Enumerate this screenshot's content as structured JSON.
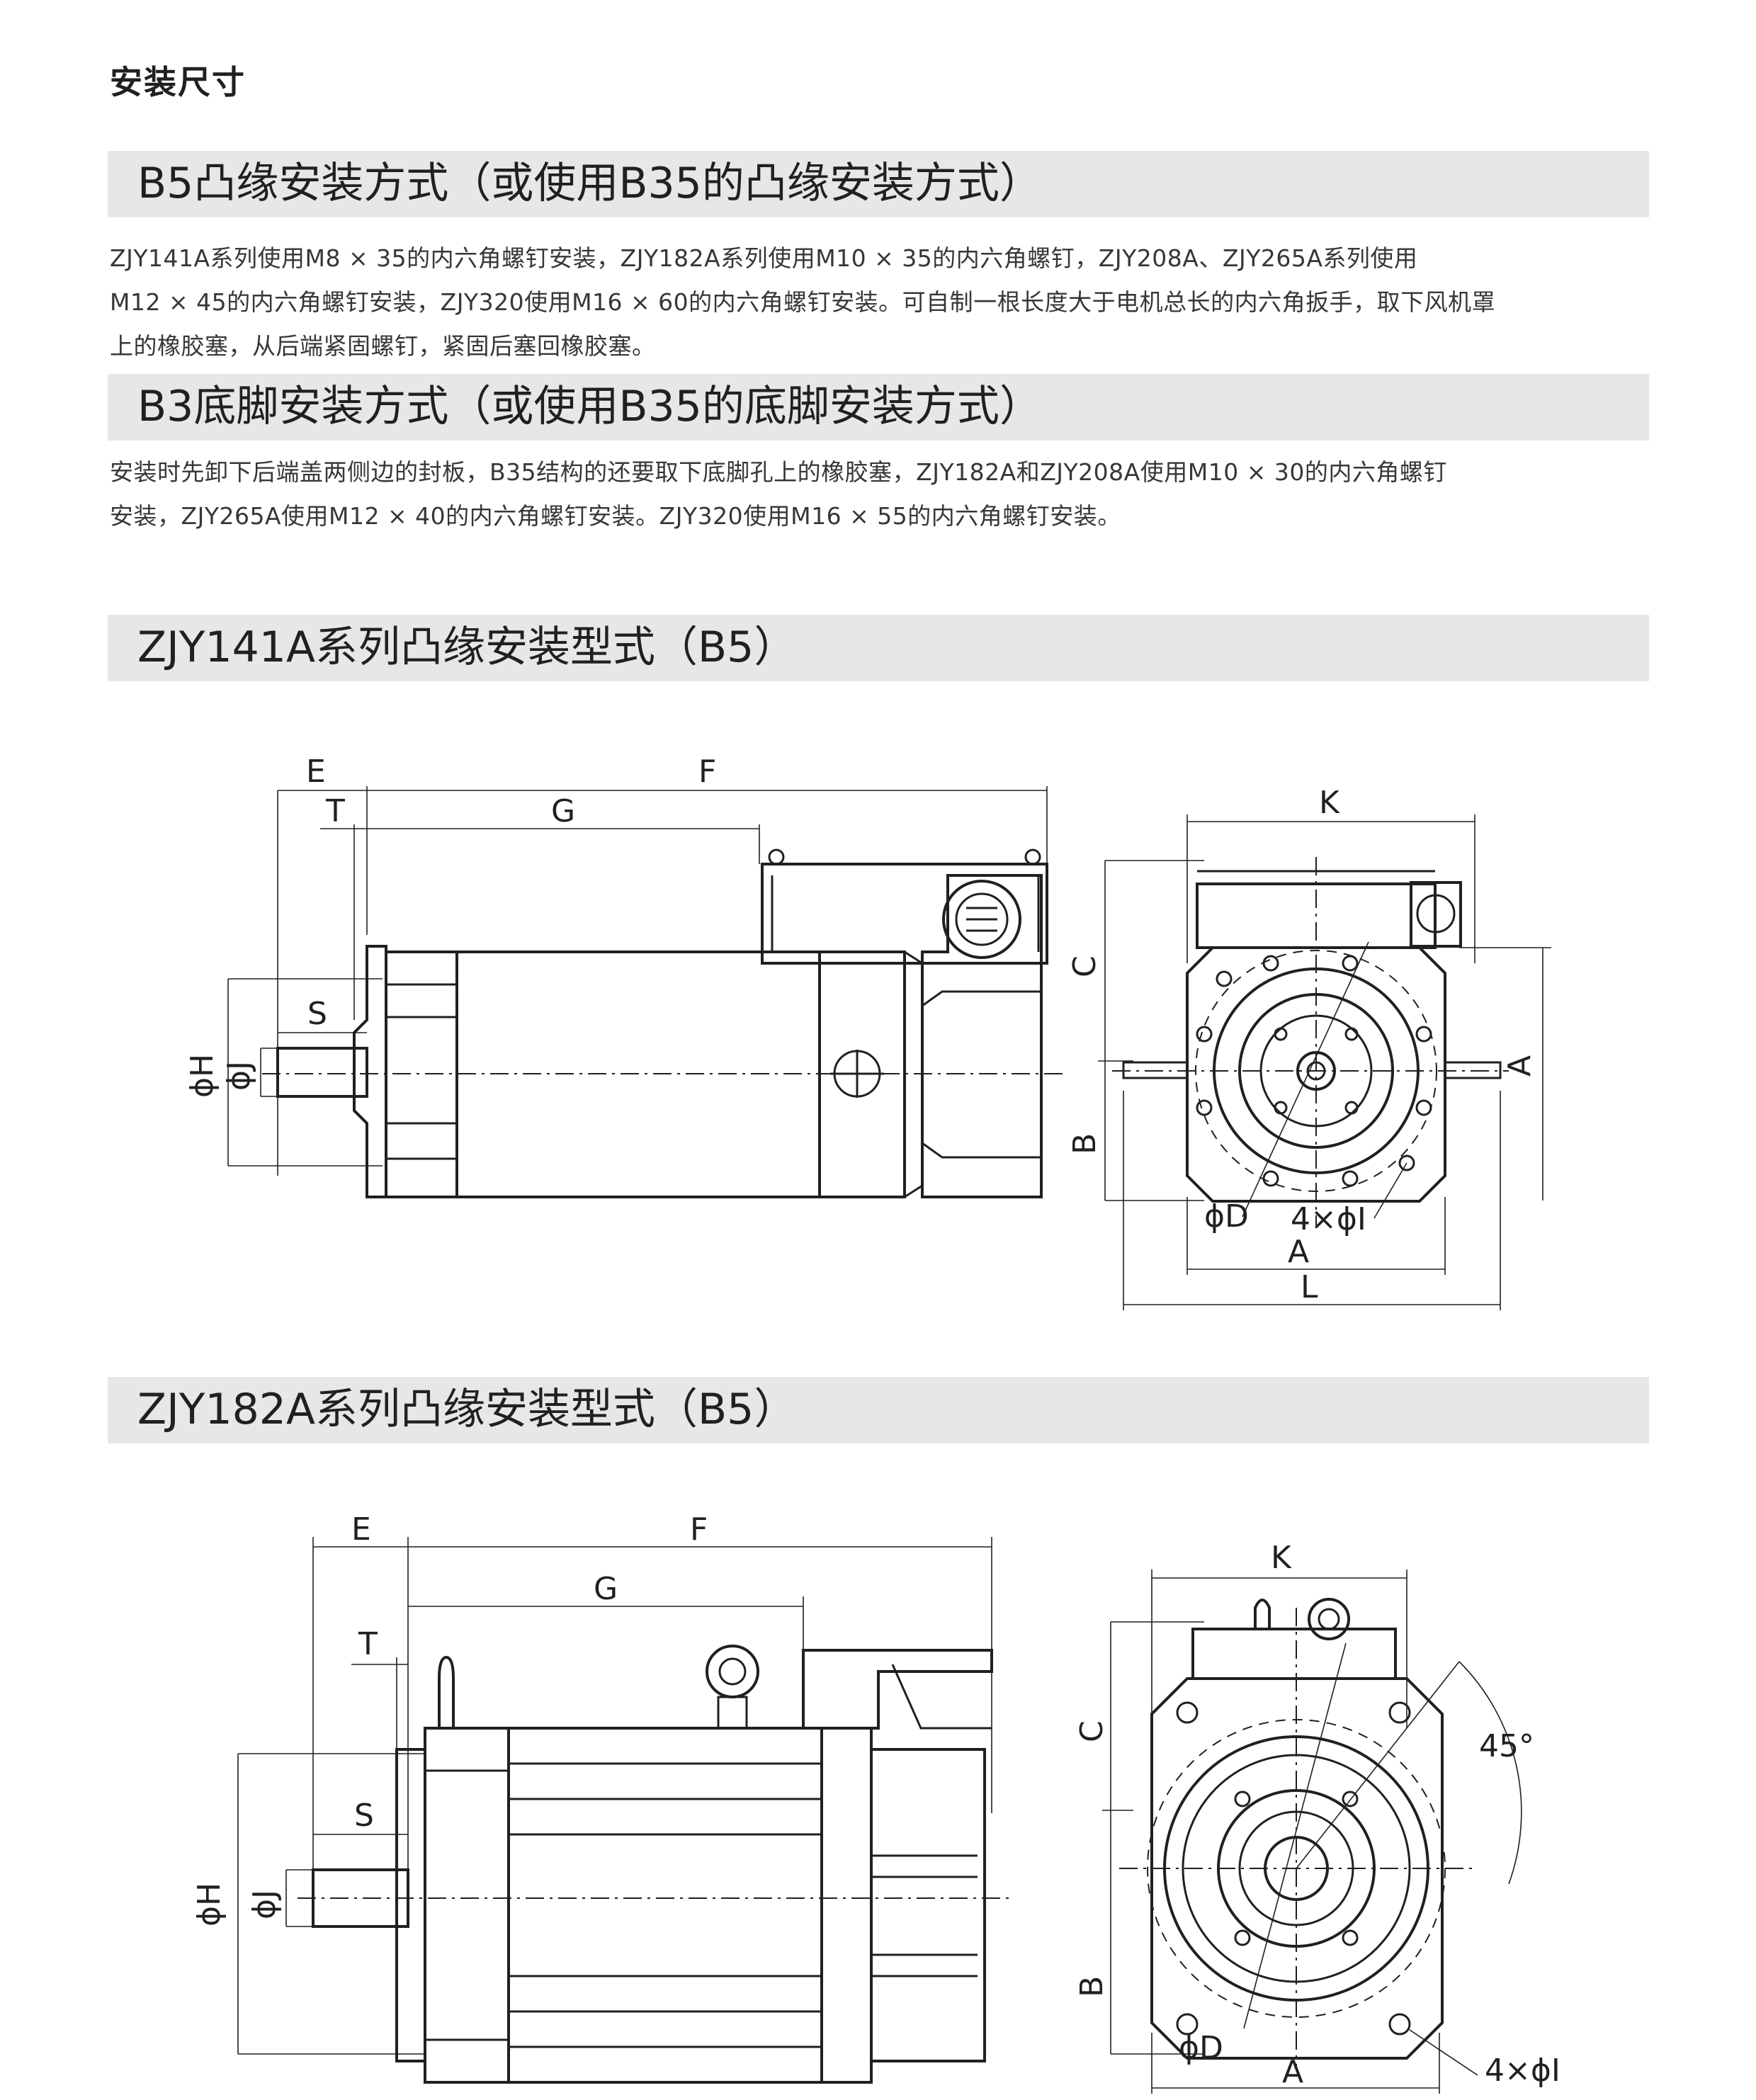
{
  "page_title": "安装尺寸",
  "sections": {
    "b5": {
      "heading": "B5凸缘安装方式（或使用B35的凸缘安装方式）",
      "lines": [
        "ZJY141A系列使用M8 × 35的内六角螺钉安装，ZJY182A系列使用M10 × 35的内六角螺钉，ZJY208A、ZJY265A系列使用",
        "M12 × 45的内六角螺钉安装，ZJY320使用M16 × 60的内六角螺钉安装。可自制一根长度大于电机总长的内六角扳手，取下风机罩",
        "上的橡胶塞，从后端紧固螺钉，紧固后塞回橡胶塞。"
      ]
    },
    "b3": {
      "heading": "B3底脚安装方式（或使用B35的底脚安装方式）",
      "lines": [
        "安装时先卸下后端盖两侧边的封板，B35结构的还要取下底脚孔上的橡胶塞，ZJY182A和ZJY208A使用M10 × 30的内六角螺钉",
        "安装，ZJY265A使用M12 × 40的内六角螺钉安装。ZJY320使用M16 × 55的内六角螺钉安装。"
      ]
    },
    "zjy141a": {
      "heading": "ZJY141A系列凸缘安装型式（B5）"
    },
    "zjy182a": {
      "heading": "ZJY182A系列凸缘安装型式（B5）"
    }
  },
  "dims": {
    "E": "E",
    "F": "F",
    "G": "G",
    "T": "T",
    "S": "S",
    "phiH": "ϕH",
    "phiJ": "ϕJ",
    "K": "K",
    "C": "C",
    "B": "B",
    "A": "A",
    "L": "L",
    "phiD": "ϕD",
    "holes": "4×ϕI",
    "angle": "45°"
  }
}
